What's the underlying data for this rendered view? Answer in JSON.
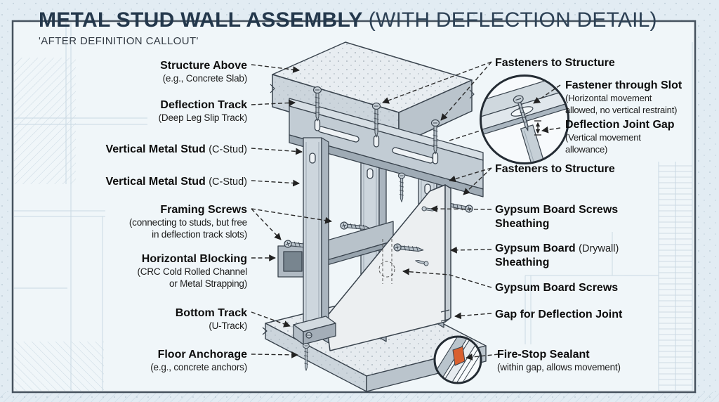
{
  "title": {
    "main": "METAL STUD WALL ASSEMBLY ",
    "paren": "(WITH DEFLECTION DETAIL)",
    "subtitle": "'AFTER DEFINITION CALLOUT'"
  },
  "left_labels": [
    {
      "t": "Structure Above",
      "n1": "(e.g., Concrete Slab)"
    },
    {
      "t": "Deflection Track",
      "n1": "(Deep Leg Slip Track)"
    },
    {
      "t": "Vertical Metal Stud",
      "s": "(C-Stud)"
    },
    {
      "t": "Vertical Metal Stud",
      "s": "(C-Stud)"
    },
    {
      "t": "Framing Screws",
      "n1": "(connecting to studs, but free",
      "n2": "in deflection track slots)"
    },
    {
      "t": "Horizontal Blocking",
      "n1": "(CRC Cold Rolled Channel",
      "n2": "or Metal Strapping)"
    },
    {
      "t": "Bottom Track",
      "n1": "(U-Track)"
    },
    {
      "t": "Floor Anchorage",
      "n1": "(e.g., concrete anchors)"
    }
  ],
  "right_labels": [
    {
      "t": "Fasteners to Structure"
    },
    {
      "t": "Fastener through Slot",
      "n1": "(Horizontal movement",
      "n2": "allowed, no vertical restraint)"
    },
    {
      "t": "Deflection Joint Gap",
      "n1": "(Vertical movement",
      "n2": "allowance)"
    },
    {
      "t": "Fasteners to Structure"
    },
    {
      "t": "Gypsum Board Screws",
      "t2": "Sheathing"
    },
    {
      "t": "Gypsum Board",
      "s": "(Drywall)",
      "t2": "Sheathing"
    },
    {
      "t": "Gypsum Board Screws"
    },
    {
      "t": "Gap for Deflection Joint"
    },
    {
      "t": "Fire-Stop Sealant",
      "n1": "(within gap, allows movement)"
    }
  ],
  "colors": {
    "sealant": "#d9602f",
    "panel_border": "#46525e",
    "title": "#24384c",
    "background": "#e2ecf3",
    "leader_line": "#2a2a2a"
  }
}
